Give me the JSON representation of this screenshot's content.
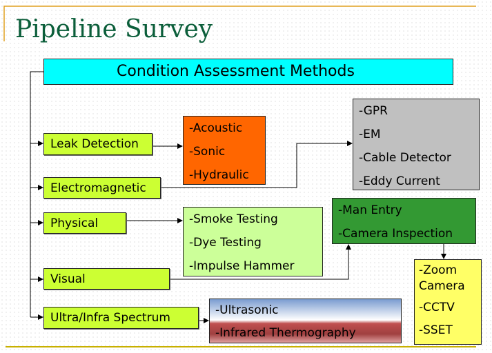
{
  "title": "Pipeline Survey",
  "header": "Condition Assessment Methods",
  "categories": [
    "Leak Detection",
    "Electromagnetic",
    "Physical",
    "Visual",
    "Ultra/Infra Spectrum"
  ],
  "leak_methods": [
    "-Acoustic",
    "-Sonic",
    "-Hydraulic"
  ],
  "em_methods": [
    "-GPR",
    "-EM",
    "-Cable Detector",
    "-Eddy Current"
  ],
  "physical_methods": [
    "-Smoke Testing",
    "-Dye Testing",
    "-Impulse Hammer"
  ],
  "visual_methods": [
    "-Man Entry",
    "-Camera Inspection"
  ],
  "camera_methods": [
    "-Zoom Camera",
    "-CCTV",
    "-SSET"
  ],
  "spectrum_methods": [
    "-Ultrasonic",
    "-Infrared Thermography"
  ]
}
